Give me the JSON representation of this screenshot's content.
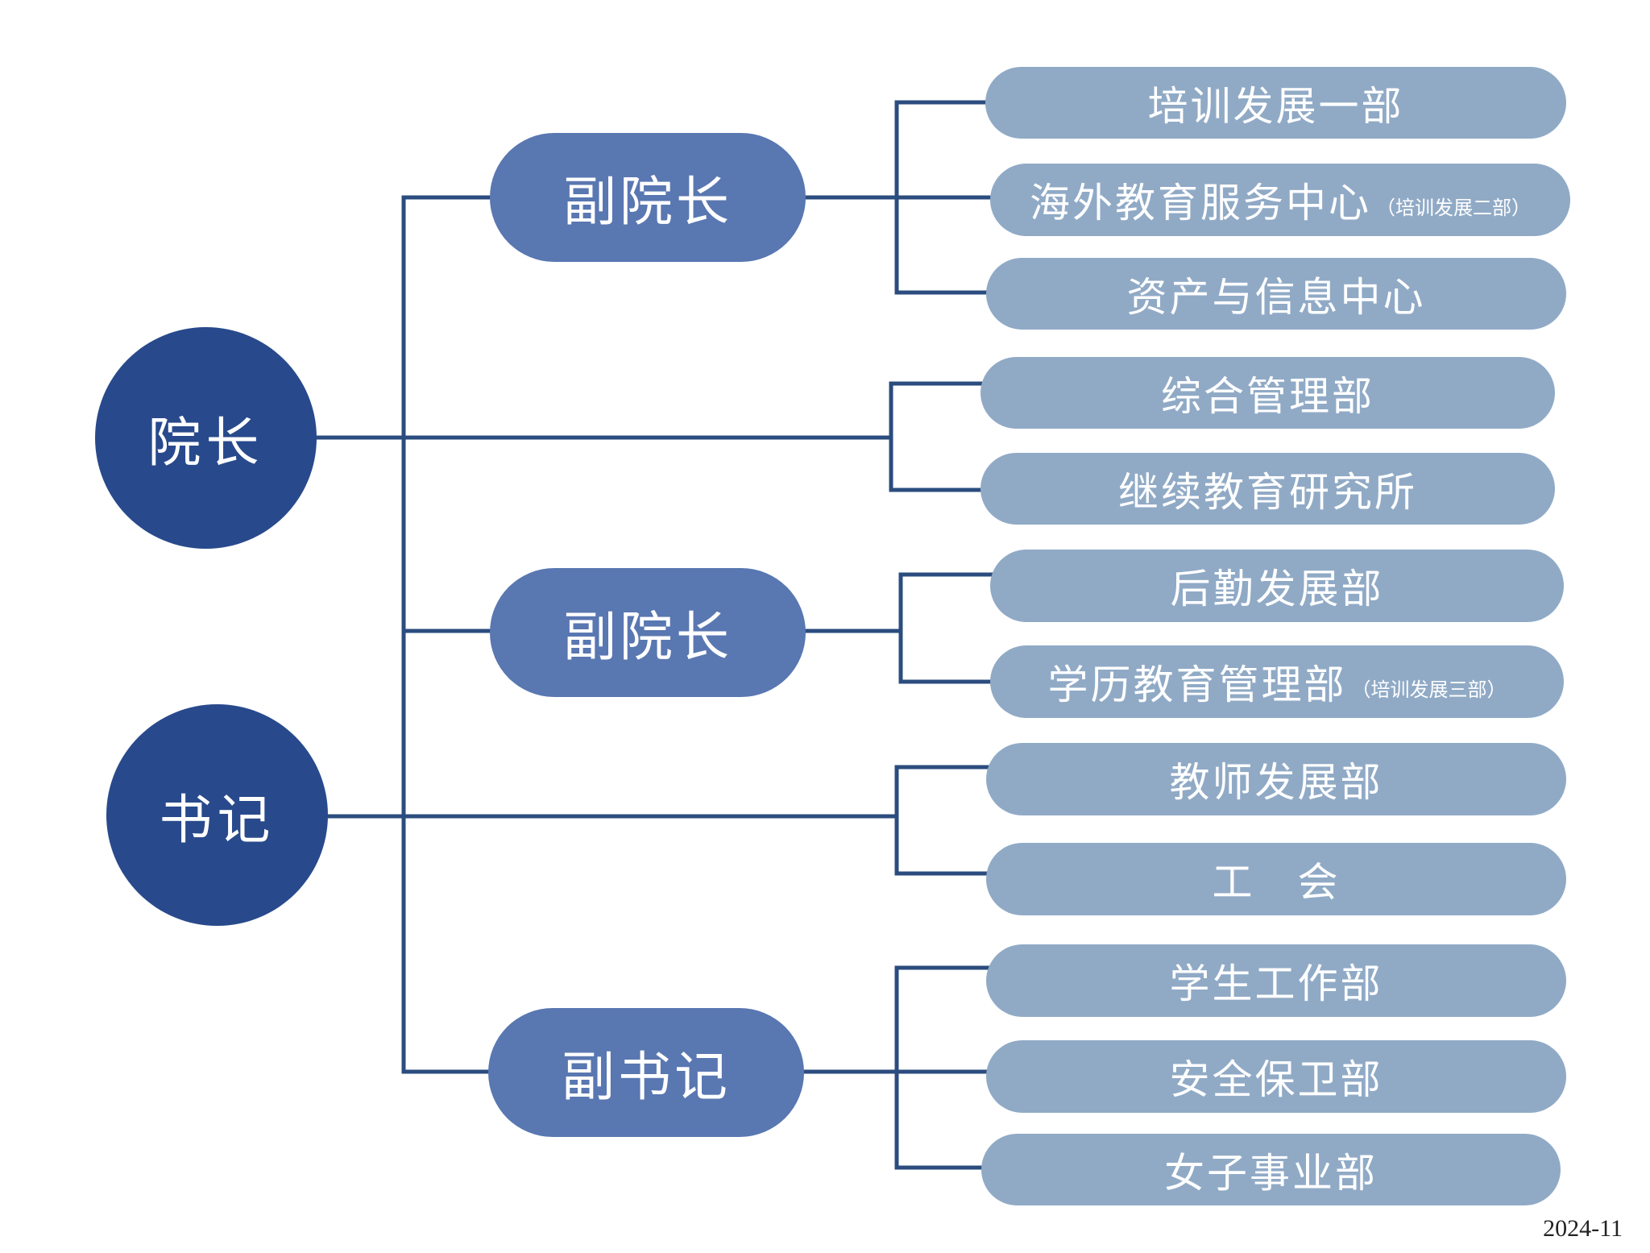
{
  "colors": {
    "root_fill": "#284a8c",
    "deputy_fill": "#5977b1",
    "dept_fill": "#90aac6",
    "connector": "#2b4c7e",
    "text": "#ffffff"
  },
  "roots": [
    {
      "id": "president",
      "label": "院长"
    },
    {
      "id": "secretary",
      "label": "书记"
    }
  ],
  "deputies": [
    {
      "id": "vp1",
      "label": "副院长"
    },
    {
      "id": "vp2",
      "label": "副院长"
    },
    {
      "id": "deputy_secretary",
      "label": "副书记"
    }
  ],
  "departments": [
    {
      "id": "d1",
      "label": "培训发展一部",
      "note": "",
      "parent": "vp1"
    },
    {
      "id": "d2",
      "label": "海外教育服务中心",
      "note": "（培训发展二部）",
      "parent": "vp1"
    },
    {
      "id": "d3",
      "label": "资产与信息中心",
      "note": "",
      "parent": "vp1"
    },
    {
      "id": "d4",
      "label": "综合管理部",
      "note": "",
      "parent": "president"
    },
    {
      "id": "d5",
      "label": "继续教育研究所",
      "note": "",
      "parent": "president"
    },
    {
      "id": "d6",
      "label": "后勤发展部",
      "note": "",
      "parent": "vp2"
    },
    {
      "id": "d7",
      "label": "学历教育管理部",
      "note": "（培训发展三部）",
      "parent": "vp2"
    },
    {
      "id": "d8",
      "label": "教师发展部",
      "note": "",
      "parent": "secretary"
    },
    {
      "id": "d9",
      "label": "工　会",
      "note": "",
      "parent": "secretary"
    },
    {
      "id": "d10",
      "label": "学生工作部",
      "note": "",
      "parent": "deputy_secretary"
    },
    {
      "id": "d11",
      "label": "安全保卫部",
      "note": "",
      "parent": "deputy_secretary"
    },
    {
      "id": "d12",
      "label": "女子事业部",
      "note": "",
      "parent": "deputy_secretary"
    }
  ],
  "footer": {
    "date": "2024-11"
  }
}
